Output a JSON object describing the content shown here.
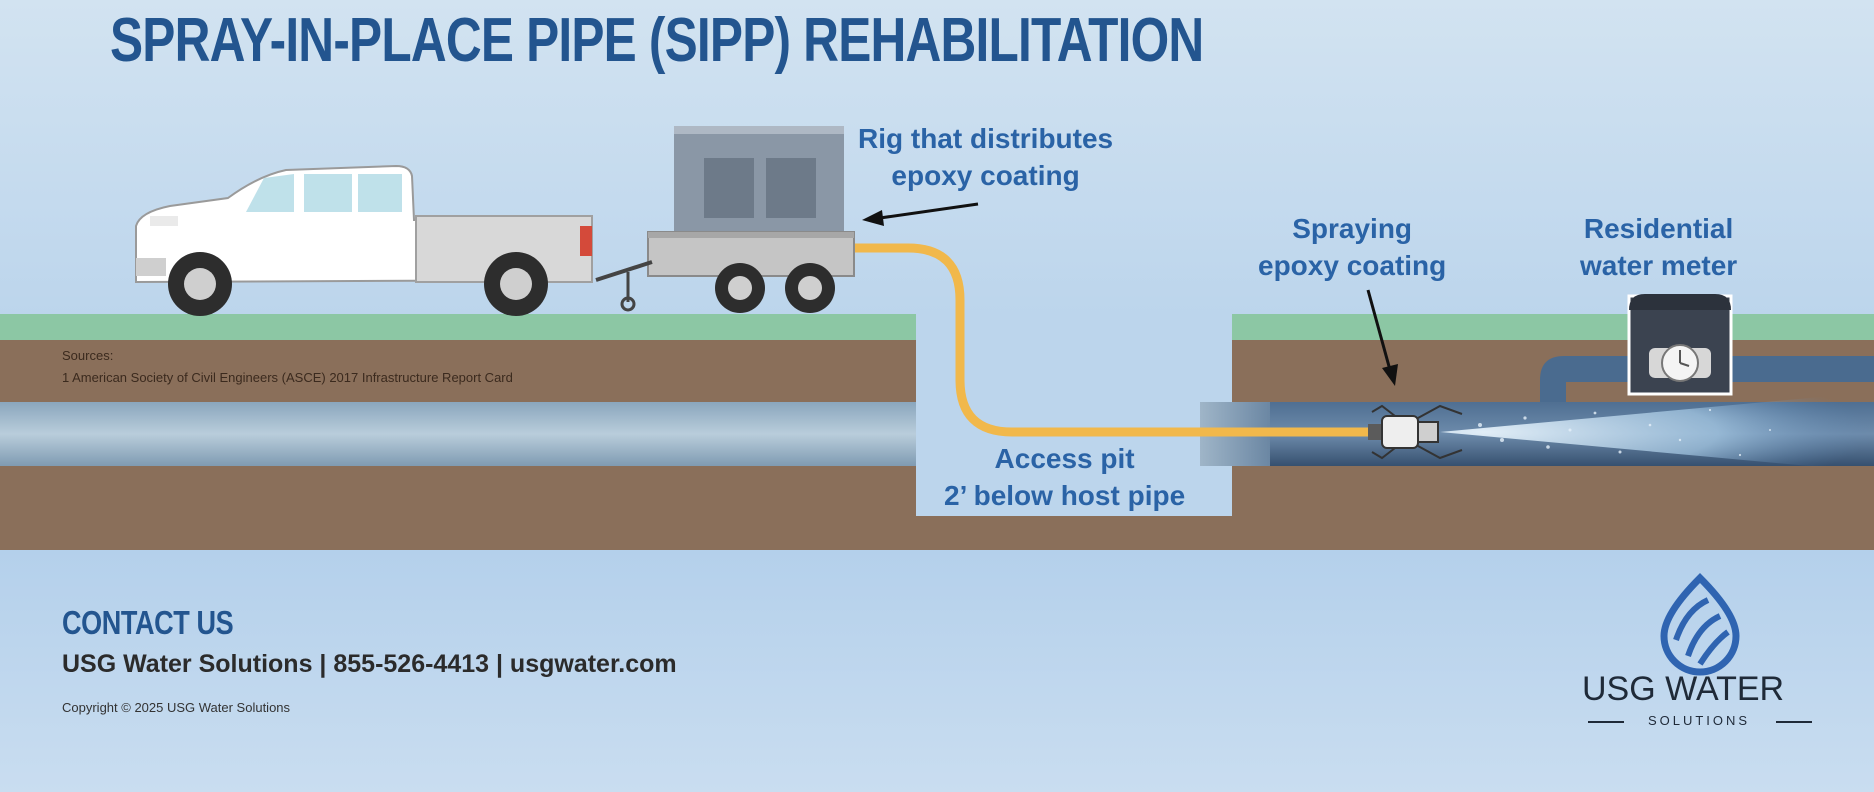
{
  "title": "SPRAY-IN-PLACE PIPE (SIPP) REHABILITATION",
  "callouts": {
    "rig": [
      "Rig that distributes",
      "epoxy coating"
    ],
    "spraying": [
      "Spraying",
      "epoxy coating"
    ],
    "meter": [
      "Residential",
      "water meter"
    ],
    "pit": [
      "Access pit",
      "2’ below host pipe"
    ]
  },
  "sources": {
    "heading": "Sources:",
    "items": [
      "1 American Society of Civil Engineers (ASCE) 2017 Infrastructure Report Card"
    ]
  },
  "contact": {
    "heading": "CONTACT US",
    "line": "USG Water Solutions | 855-526-4413 | usgwater.com",
    "copyright": "Copyright © 2025 USG Water Solutions"
  },
  "brand": {
    "name": "USG WATER",
    "sub": "SOLUTIONS"
  },
  "colors": {
    "title": "#23558f",
    "callout": "#2a63a6",
    "soil": "#8a6f5a",
    "grass": "#8cc7a4",
    "hose": "#f1b84b",
    "pipe": "#3f5d80"
  },
  "icons": [
    "pickup-truck-icon",
    "trailer-rig-icon",
    "spray-nozzle-icon",
    "water-meter-icon",
    "water-drop-logo-icon"
  ]
}
